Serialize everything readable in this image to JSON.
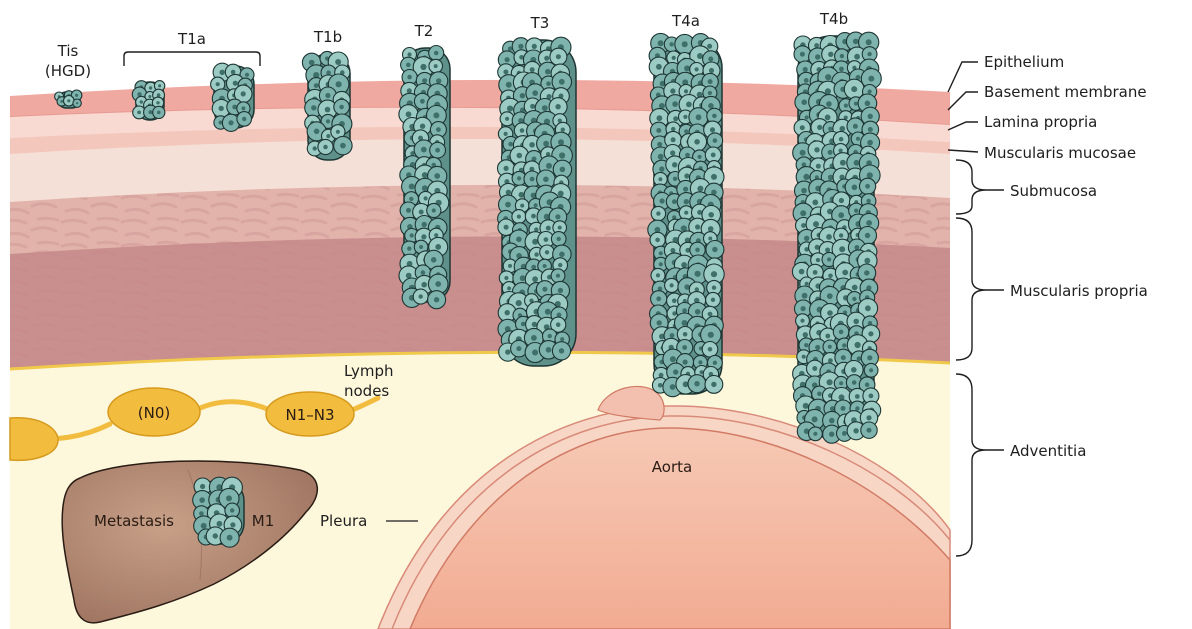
{
  "stages": {
    "tis": "Tis",
    "tis_sub": "(HGD)",
    "t1a": "T1a",
    "t1b": "T1b",
    "t2": "T2",
    "t3": "T3",
    "t4a": "T4a",
    "t4b": "T4b"
  },
  "layers": {
    "epithelium": "Epithelium",
    "basement_membrane": "Basement membrane",
    "lamina_propria": "Lamina propria",
    "muscularis_mucosae": "Muscularis mucosae",
    "submucosa": "Submucosa",
    "muscularis_propria": "Muscularis propria",
    "adventitia": "Adventitia"
  },
  "lymph": {
    "label_line1": "Lymph",
    "label_line2": "nodes",
    "n0": "(N0)",
    "n1_n3": "N1–N3"
  },
  "organs": {
    "aorta": "Aorta",
    "pleura": "Pleura",
    "metastasis": "Metastasis",
    "m1": "M1"
  },
  "colors": {
    "tumor_fill": "#7fb3ad",
    "tumor_stroke": "#1d3533",
    "node_fill": "#f2bd3e",
    "liver_fill": "#b58a72",
    "aorta_fill": "#f4b9a2",
    "adventitia_bg": "#fdf7dc"
  }
}
